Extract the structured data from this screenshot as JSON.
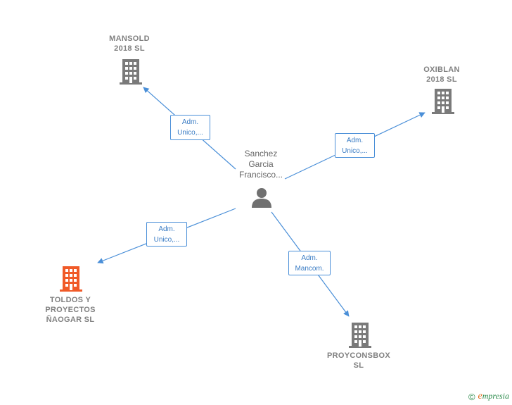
{
  "colors": {
    "edge": "#4a8fd8",
    "building_default": "#7a7a7a",
    "building_highlight": "#f05a28",
    "person": "#707070"
  },
  "center": {
    "name": "Sanchez\nGarcia\nFrancisco..."
  },
  "nodes": [
    {
      "id": "mansold",
      "name": "MANSOLD\n2018  SL",
      "highlight": false
    },
    {
      "id": "oxiblan",
      "name": "OXIBLAN\n2018  SL",
      "highlight": false
    },
    {
      "id": "toldos",
      "name": "TOLDOS Y\nPROYECTOS\nÑAOGAR  SL",
      "highlight": true
    },
    {
      "id": "proyconsbox",
      "name": "PROYCONSBOX\nSL",
      "highlight": false
    }
  ],
  "edges": [
    {
      "to": "mansold",
      "label": "Adm.\nUnico,..."
    },
    {
      "to": "oxiblan",
      "label": "Adm.\nUnico,..."
    },
    {
      "to": "toldos",
      "label": "Adm.\nUnico,..."
    },
    {
      "to": "proyconsbox",
      "label": "Adm.\nMancom."
    }
  ],
  "brand": {
    "copyright": "©",
    "name": "mpresia",
    "initial": "e"
  }
}
